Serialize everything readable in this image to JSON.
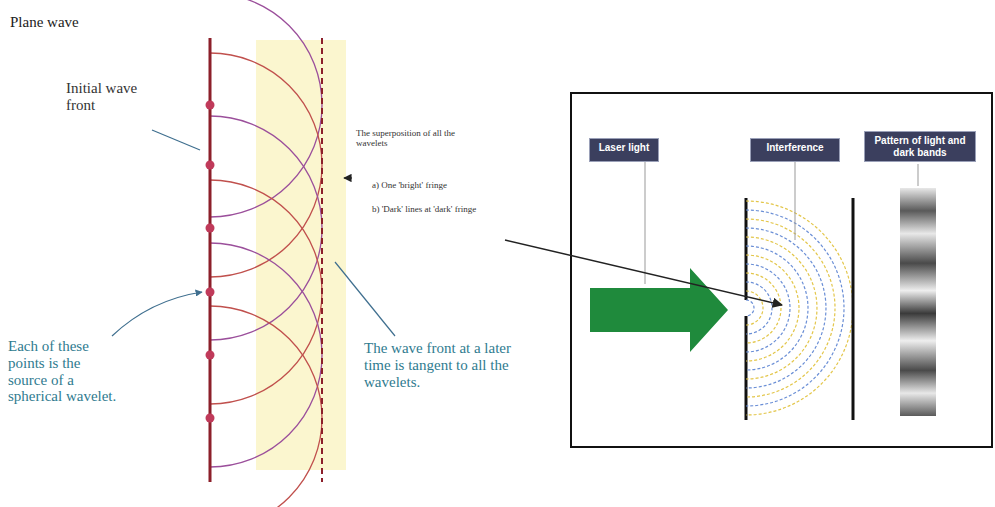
{
  "diagram": {
    "nodes": [
      {
        "text": [
          "Laser light"
        ]
      },
      {
        "text": [
          "Interference"
        ]
      },
      {
        "text": [
          "Pattern of light and dark bands"
        ]
      }
    ],
    "labels": [
      "Plane wave",
      "Initial wave front",
      "The superposition of all the wavelets",
      "a) One 'bright' fringe",
      "b) 'Dark' lines at 'dark' fringe",
      "Each of these points is the source of a spherical wavelet.",
      "The wave front at a later time is tangent to all the wavelets."
    ]
  }
}
